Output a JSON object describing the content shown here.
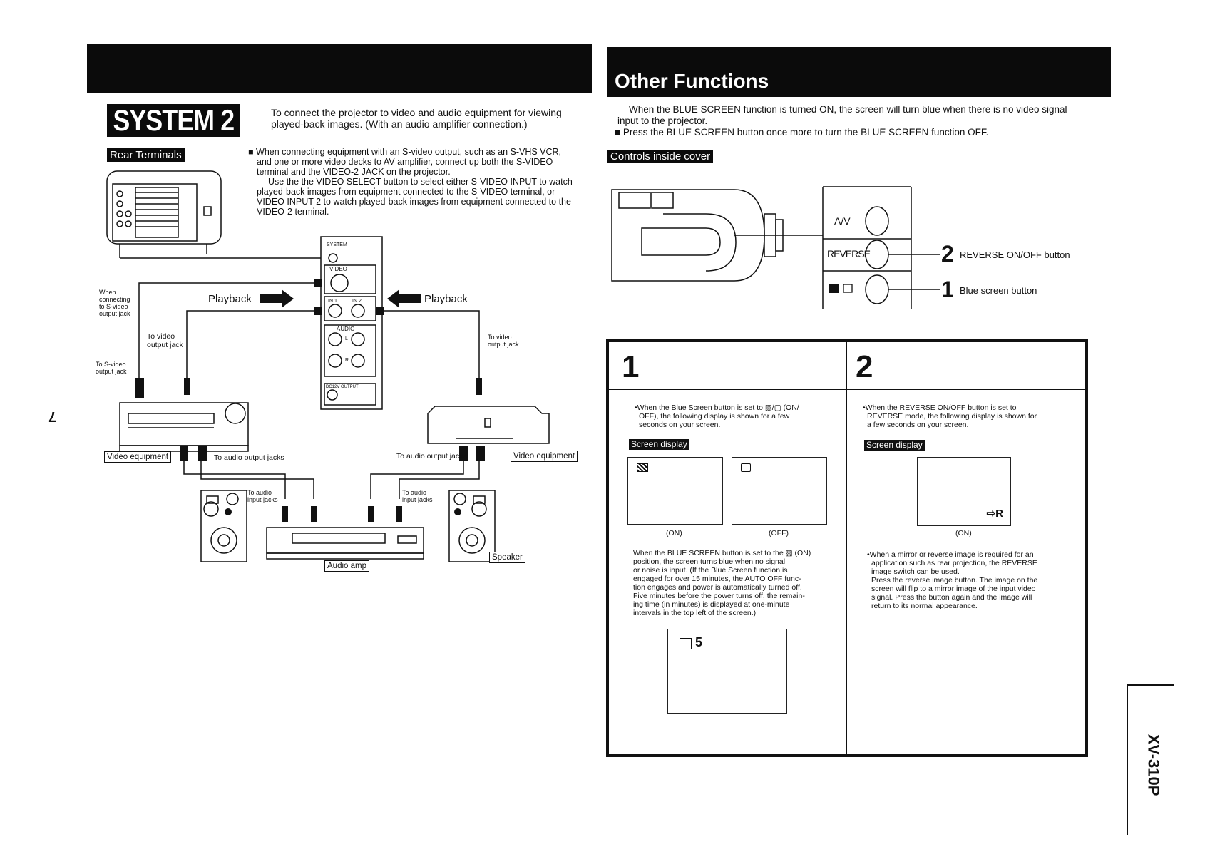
{
  "page_number": "7",
  "model": "XV-310P",
  "left": {
    "title": "SYSTEM 2",
    "intro": "To connect the projector to video and audio equipment for viewing played-back images. (With an audio amplifier connection.)",
    "rear_terminals": "Rear Terminals",
    "bullet_lines": [
      "■ When connecting equipment with an S-video output, such as an S-VHS VCR,",
      "and one or more video decks to      AV amplifier, connect up both the S-VIDEO",
      "terminal and the VIDEO-2 JACK on the projector.",
      "Use the the VIDEO SELECT button to select either S-VIDEO INPUT to watch",
      "played-back images from equipment connected to the S-VIDEO terminal, or",
      "VIDEO INPUT 2 to watch played-back images from equipment connected to the",
      "VIDEO-2 terminal."
    ],
    "diagram": {
      "when_connecting": [
        "When",
        "connecting",
        "to S-video",
        "output jack"
      ],
      "to_video_output_left": [
        "To video",
        "output jack"
      ],
      "to_svideo_output": [
        "To S-video",
        "output jack"
      ],
      "playback_left": "Playback",
      "playback_right": "Playback",
      "to_video_output_right": [
        "To video",
        "output jack"
      ],
      "system": "SYSTEM",
      "video": "VIDEO",
      "in1": "IN 1",
      "in2": "IN 2",
      "audio": "AUDIO",
      "l": "L",
      "r": "R",
      "dc12v": "DC12V OUTPUT",
      "video_equipment_left": "Video equipment",
      "to_audio_output_left": "To audio output jacks",
      "to_audio_output_right": "To audio output jacks",
      "video_equipment_right": "Video equipment",
      "to_audio_input_left": [
        "To audio",
        "input jacks"
      ],
      "to_audio_input_right": [
        "To audio",
        "input jacks"
      ],
      "audio_amp": "Audio amp",
      "speaker": "Speaker"
    }
  },
  "right": {
    "title": "Other Functions",
    "blue_line1": "When the BLUE SCREEN function is turned ON, the screen will turn blue when there is no video signal",
    "blue_line2": "input to the projector.",
    "blue_line3": "■ Press the BLUE SCREEN button once more to turn the BLUE SCREEN function OFF.",
    "controls_inside_cover": "Controls inside cover",
    "av_label": "A/V",
    "reverse_label": "REVERSE",
    "num2": "2",
    "num1": "1",
    "reverse_button": "REVERSE ON/OFF button",
    "blue_button": "Blue screen button",
    "col1": {
      "num": "1",
      "lines1": [
        "•When the Blue Screen button is set to ▧/▢ (ON/",
        "OFF), the following display is shown for a few",
        "seconds on your screen."
      ],
      "screen_display": "Screen display",
      "on": "(ON)",
      "off": "(OFF)",
      "lines2": [
        "When the BLUE SCREEN button is set to the ▧ (ON)",
        "position, the screen turns blue when no signal",
        "or noise is input. (If the Blue Screen function is",
        "engaged for over 15 minutes, the AUTO OFF func-",
        "tion engages and power is automatically turned off.",
        "Five minutes before the power turns off, the remain-",
        "ing time (in minutes) is displayed at one-minute",
        "intervals in the top left of the screen.)"
      ],
      "countdown": "5"
    },
    "col2": {
      "num": "2",
      "lines1": [
        "•When the REVERSE ON/OFF button is set to",
        "REVERSE mode, the following display is shown for",
        "a few seconds on your screen."
      ],
      "screen_display": "Screen display",
      "on": "(ON)",
      "reverse_symbol": "⇨R",
      "lines2": [
        "•When a mirror or reverse image is required for an",
        "application such as rear projection, the REVERSE",
        "image switch can be used.",
        "Press the reverse image button. The image on the",
        "screen will flip to a mirror image of the input video",
        "signal. Press the button again and the image will",
        "return to its normal appearance."
      ]
    }
  }
}
